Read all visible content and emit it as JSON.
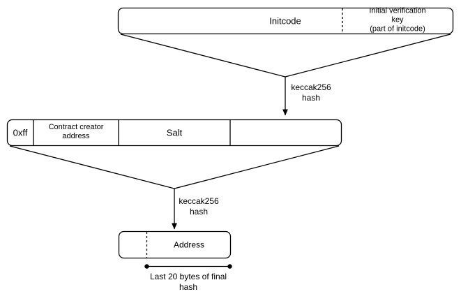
{
  "colors": {
    "stroke": "#000000",
    "background": "#ffffff",
    "text": "#000000"
  },
  "initcode_box": {
    "label": "Initcode",
    "partition_label": "Initial verification key\n(part of initcode)"
  },
  "hash_step_1": {
    "label": "keccak256\nhash"
  },
  "preimage_box": {
    "cells": [
      {
        "label": "0xff"
      },
      {
        "label": "Contract creator\naddress"
      },
      {
        "label": "Salt"
      },
      {
        "label": ""
      }
    ]
  },
  "hash_step_2": {
    "label": "keccak256\nhash"
  },
  "address_box": {
    "label": "Address"
  },
  "measurement": {
    "label": "Last 20 bytes of final\nhash"
  }
}
